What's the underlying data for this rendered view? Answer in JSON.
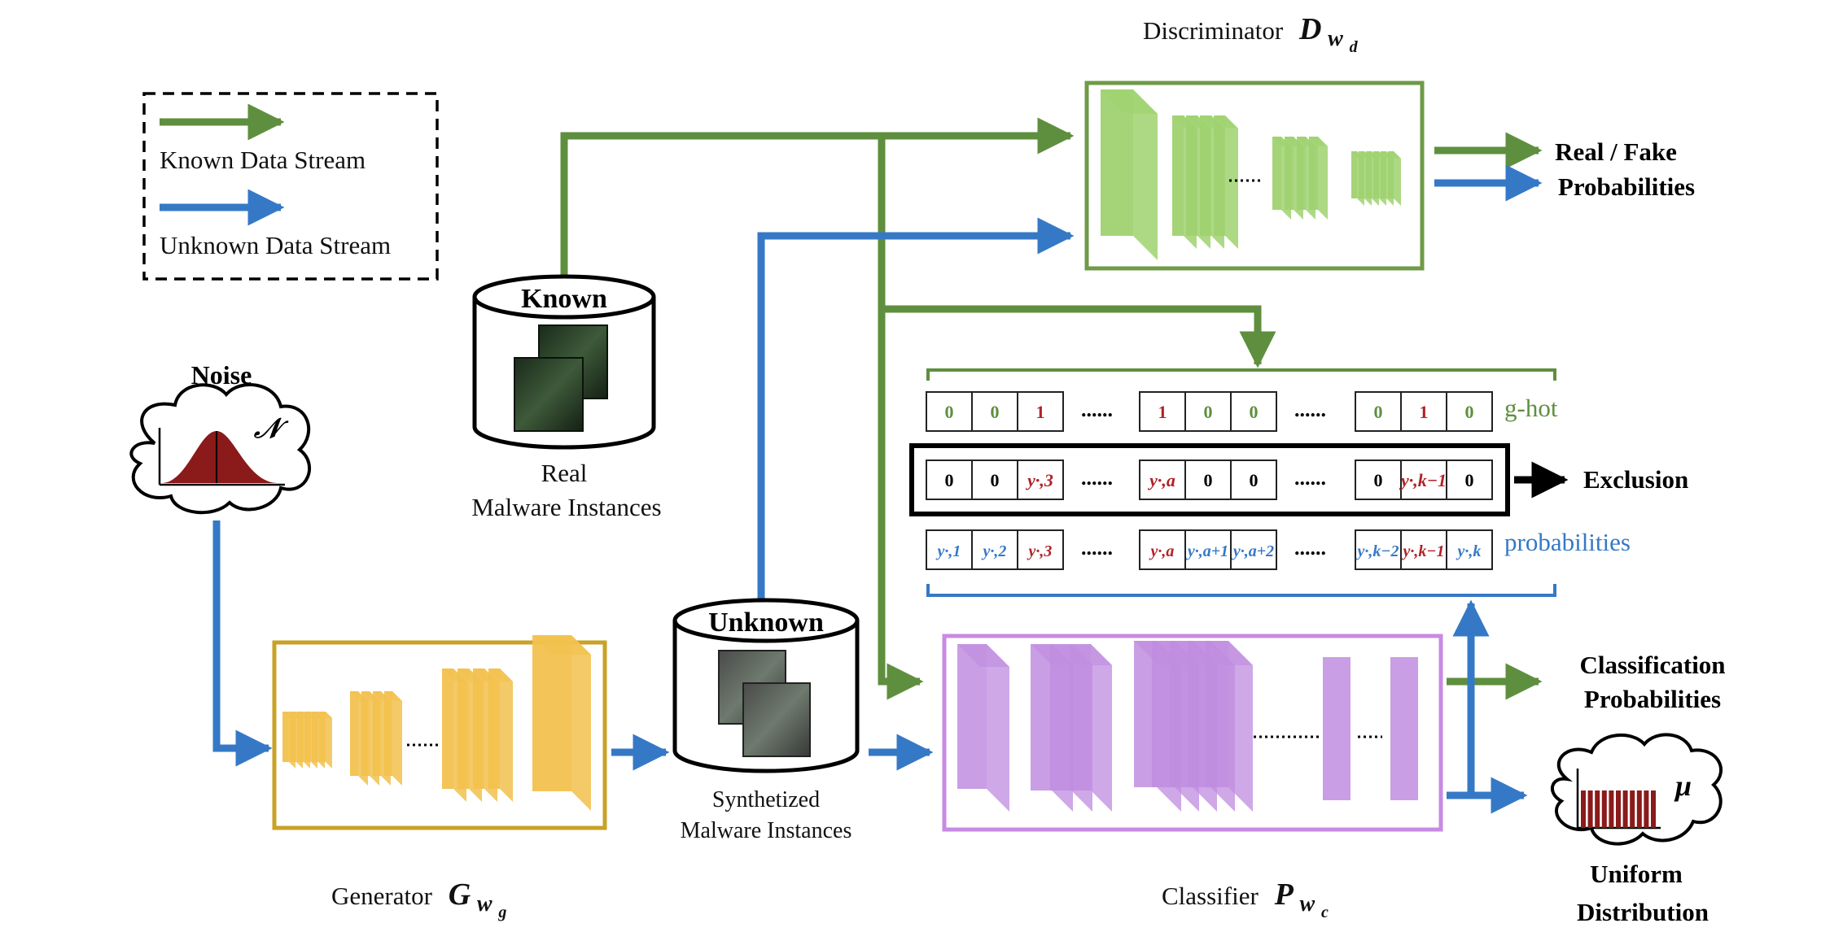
{
  "legend": {
    "known_label": "Known Data Stream",
    "unknown_label": "Unknown Data Stream"
  },
  "colors": {
    "known": "#5e8f3e",
    "unknown": "#3579c6",
    "generator_border": "#c9a227",
    "generator_fill": "#f2c14e",
    "discriminator_border": "#6f9a48",
    "discriminator_fill": "#9fd270",
    "classifier_border": "#c88ae3",
    "classifier_fill": "#c08ddf",
    "red": "#b02228",
    "dark_red": "#8b1a1a"
  },
  "noise": {
    "title": "Noise",
    "symbol": "𝒩"
  },
  "known_db": {
    "label": "Known",
    "caption_line1": "Real",
    "caption_line2": "Malware Instances"
  },
  "unknown_db": {
    "label": "Unknown",
    "caption_line1": "Synthetized",
    "caption_line2": "Malware Instances"
  },
  "generator": {
    "label": "Generator",
    "symbol": "G",
    "sub": "w",
    "subsub": "g"
  },
  "discriminator": {
    "label": "Discriminator",
    "symbol": "D",
    "sub": "w",
    "subsub": "d"
  },
  "classifier": {
    "label": "Classifier",
    "symbol": "P",
    "sub": "w",
    "subsub": "c"
  },
  "outputs": {
    "real_fake_1": "Real / Fake",
    "real_fake_2": "Probabilities",
    "classification_1": "Classification",
    "classification_2": "Probabilities",
    "uniform_1": "Uniform",
    "uniform_2": "Distribution",
    "uniform_symbol": "μ",
    "exclusion": "Exclusion"
  },
  "vectors": {
    "ghot_label": "g-hot",
    "prob_label": "probabilities",
    "ellipsis": "......",
    "ghot": [
      [
        "0",
        "0",
        "1"
      ],
      [
        "1",
        "0",
        "0"
      ],
      [
        "0",
        "1",
        "0"
      ]
    ],
    "exclusion": [
      [
        "0",
        "0",
        "y·,3"
      ],
      [
        "y·,a",
        "0",
        "0"
      ],
      [
        "0",
        "y·,k−1",
        "0"
      ]
    ],
    "probs": [
      [
        "y·,1",
        "y·,2",
        "y·,3"
      ],
      [
        "y·,a",
        "y·,a+1",
        "y·,a+2"
      ],
      [
        "y·,k−2",
        "y·,k−1",
        "y·,k"
      ]
    ],
    "ghot_colors": [
      [
        "green",
        "green",
        "red"
      ],
      [
        "red",
        "green",
        "green"
      ],
      [
        "green",
        "red",
        "green"
      ]
    ],
    "exclusion_colors": [
      [
        "black",
        "black",
        "red"
      ],
      [
        "red",
        "black",
        "black"
      ],
      [
        "black",
        "red",
        "black"
      ]
    ],
    "probs_colors": [
      [
        "blue",
        "blue",
        "red"
      ],
      [
        "red",
        "blue",
        "blue"
      ],
      [
        "blue",
        "red",
        "blue"
      ]
    ]
  }
}
